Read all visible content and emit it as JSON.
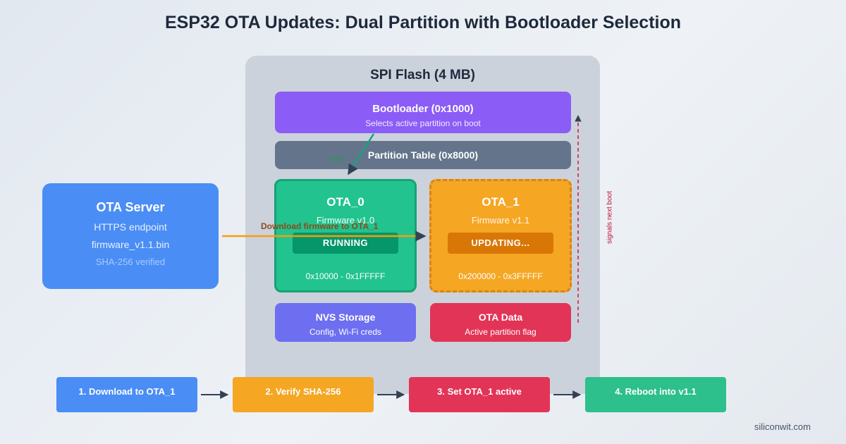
{
  "title": "ESP32 OTA Updates: Dual Partition with Bootloader Selection",
  "flash": {
    "title": "SPI Flash (4 MB)",
    "bootloader": {
      "title": "Bootloader (0x1000)",
      "subtitle": "Selects active partition on boot"
    },
    "partition_table": {
      "title": "Partition Table (0x8000)"
    },
    "ota0": {
      "title": "OTA_0",
      "firmware": "Firmware v1.0",
      "status": "RUNNING",
      "address": "0x10000 - 0x1FFFFF"
    },
    "ota1": {
      "title": "OTA_1",
      "firmware": "Firmware v1.1",
      "status": "UPDATING...",
      "address": "0x200000 - 0x3FFFFF"
    },
    "nvs": {
      "title": "NVS Storage",
      "subtitle": "Config, Wi-Fi creds"
    },
    "ota_data": {
      "title": "OTA Data",
      "subtitle": "Active partition flag"
    }
  },
  "server": {
    "title": "OTA Server",
    "line1": "HTTPS endpoint",
    "line2": "firmware_v1.1.bin",
    "line3": "SHA-256 verified"
  },
  "labels": {
    "boot": "boot",
    "download": "Download firmware to OTA_1",
    "signals": "signals next boot"
  },
  "steps": [
    "1. Download to OTA_1",
    "2. Verify SHA-256",
    "3. Set OTA_1 active",
    "4. Reboot into v1.1"
  ],
  "brand": "siliconwit.com",
  "colors": {
    "bootloader": "#8b5cf6",
    "partition_table": "#64748b",
    "ota0": "#22c38e",
    "ota1": "#f5a623",
    "nvs": "#6d6ff0",
    "ota_data": "#e23457",
    "server": "#4a8df5",
    "boot_arrow": "#16a37f",
    "download_arrow": "#f59e0b",
    "signal_arrow": "#d61f4a",
    "flow_arrow": "#334155"
  }
}
